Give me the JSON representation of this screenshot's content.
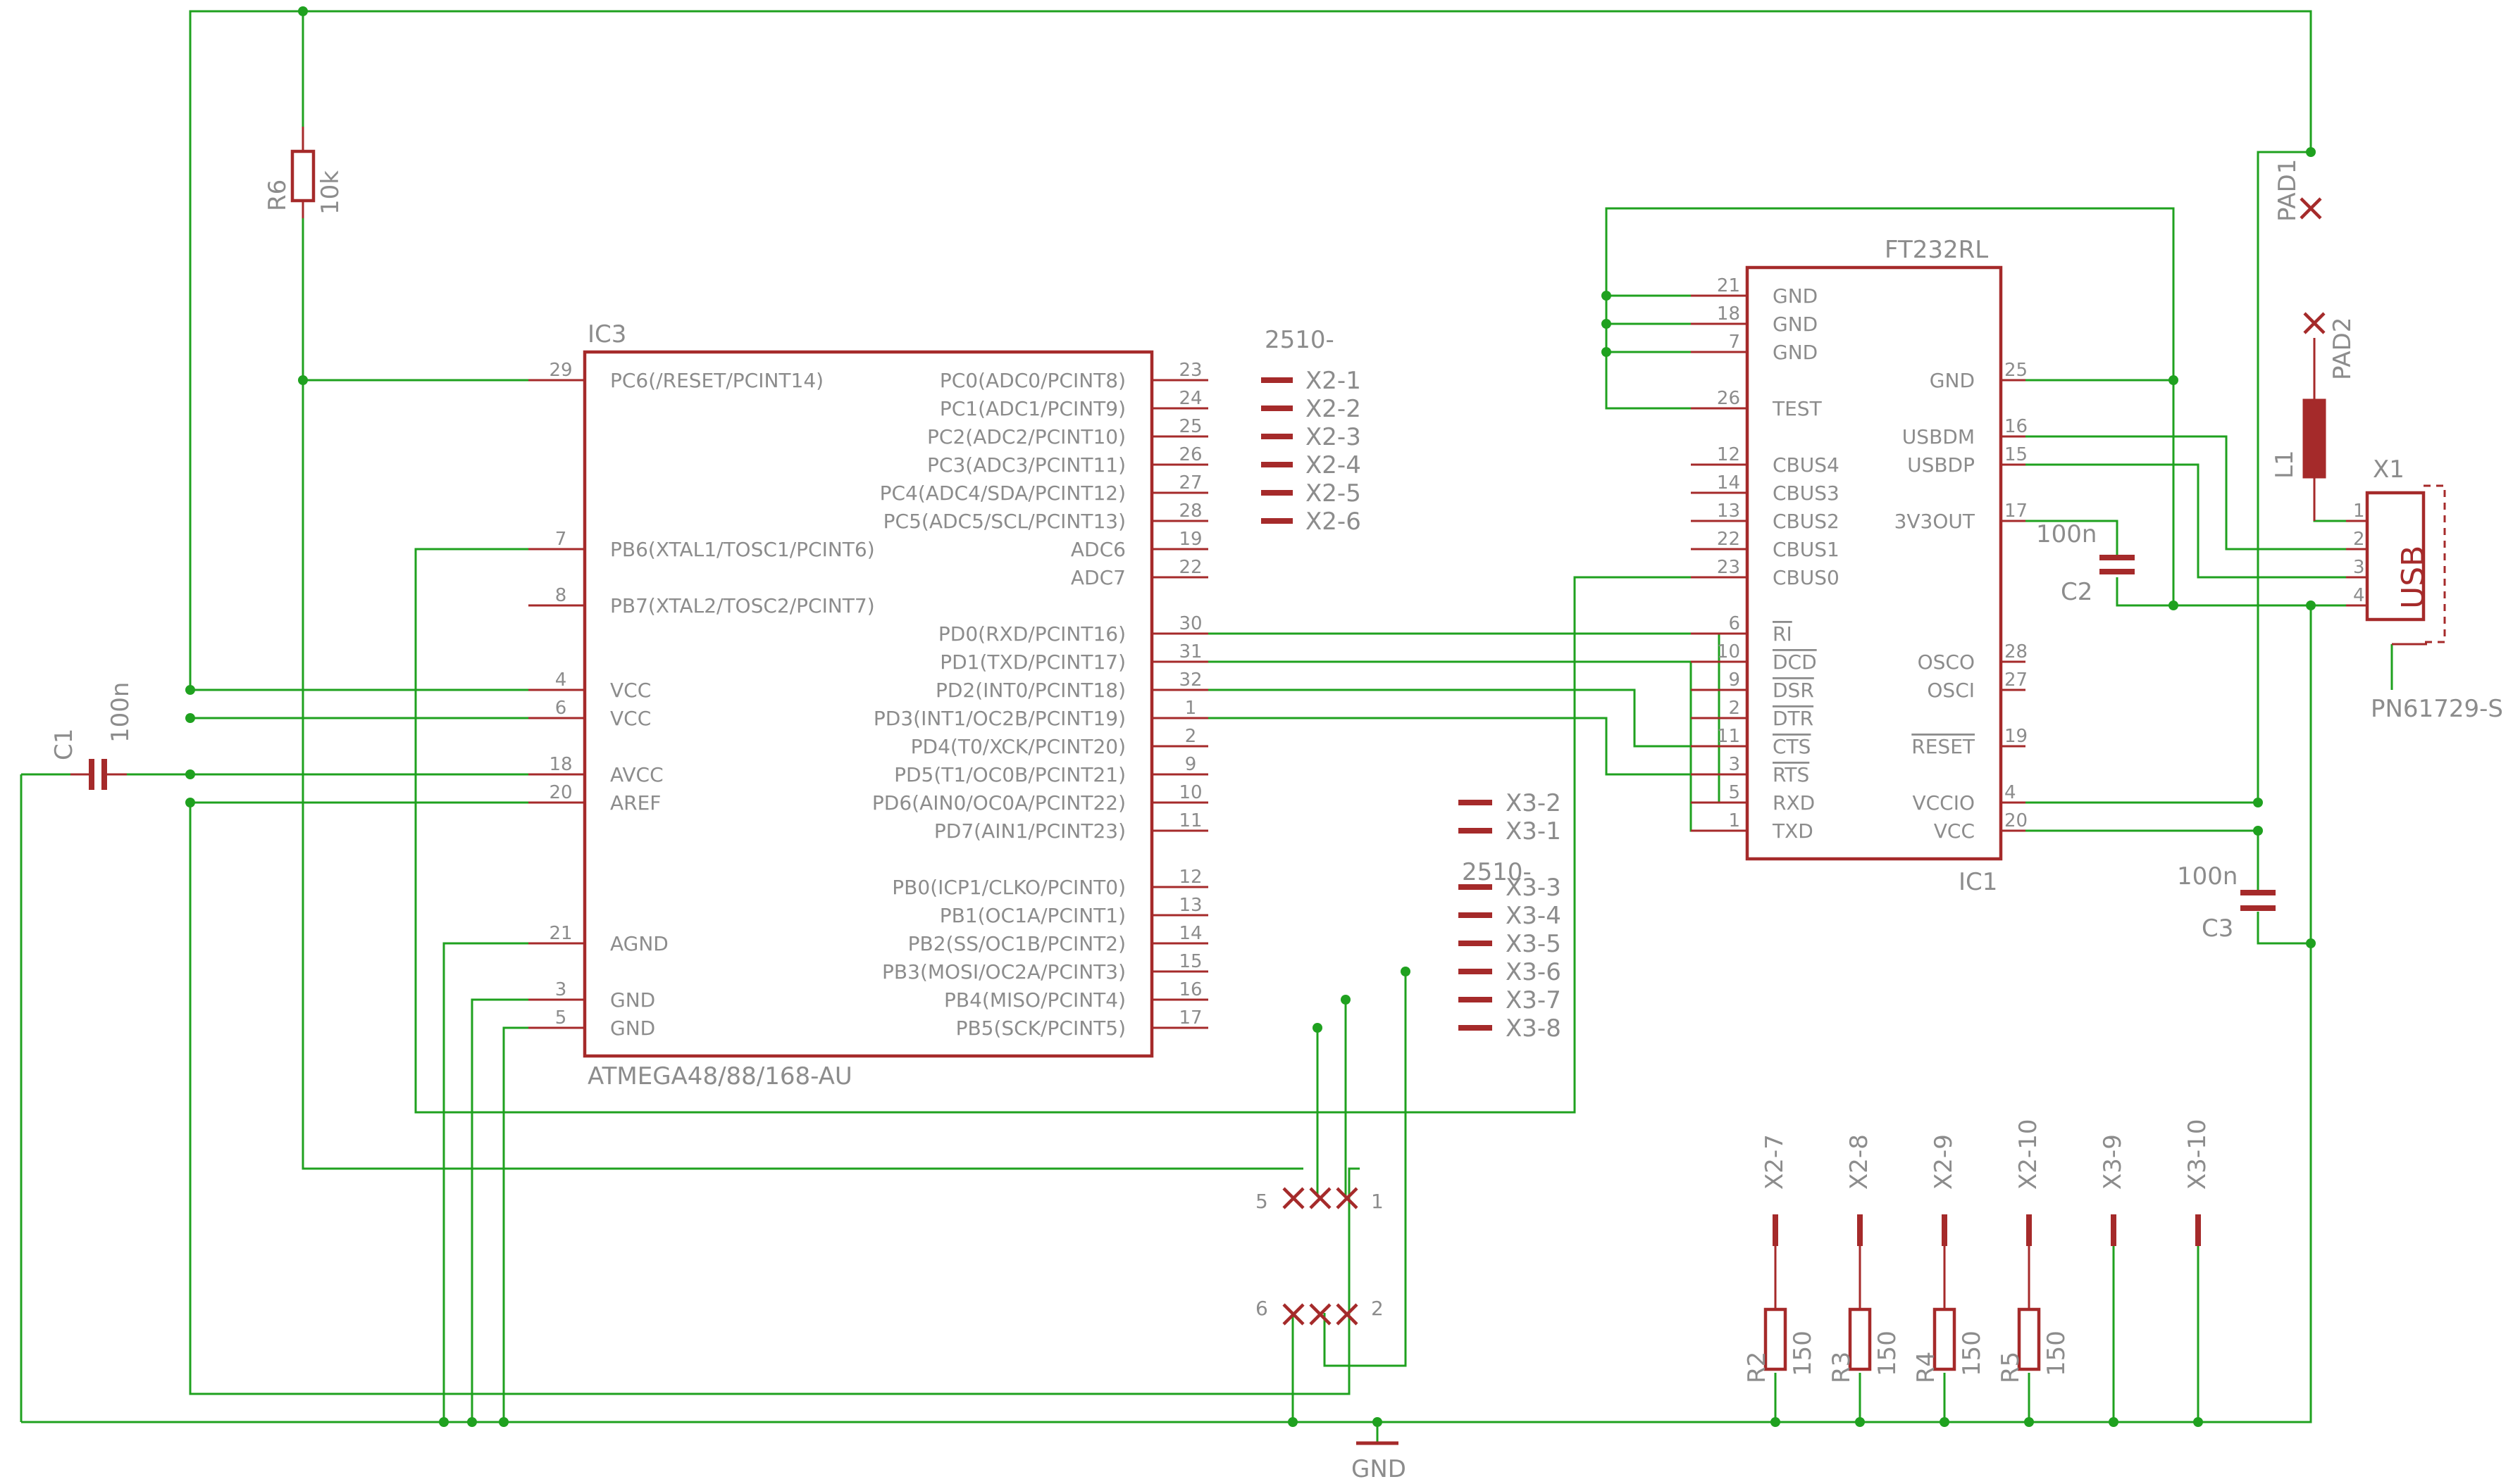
{
  "ic3": {
    "name": "IC3",
    "value": "ATMEGA48/88/168-AU",
    "left_pins": [
      {
        "num": "29",
        "label": "PC6(/RESET/PCINT14)"
      },
      {
        "num": "7",
        "label": "PB6(XTAL1/TOSC1/PCINT6)"
      },
      {
        "num": "8",
        "label": "PB7(XTAL2/TOSC2/PCINT7)"
      },
      {
        "num": "4",
        "label": "VCC"
      },
      {
        "num": "6",
        "label": "VCC"
      },
      {
        "num": "18",
        "label": "AVCC"
      },
      {
        "num": "20",
        "label": "AREF"
      },
      {
        "num": "21",
        "label": "AGND"
      },
      {
        "num": "3",
        "label": "GND"
      },
      {
        "num": "5",
        "label": "GND"
      }
    ],
    "right_pins": [
      {
        "num": "23",
        "label": "PC0(ADC0/PCINT8)"
      },
      {
        "num": "24",
        "label": "PC1(ADC1/PCINT9)"
      },
      {
        "num": "25",
        "label": "PC2(ADC2/PCINT10)"
      },
      {
        "num": "26",
        "label": "PC3(ADC3/PCINT11)"
      },
      {
        "num": "27",
        "label": "PC4(ADC4/SDA/PCINT12)"
      },
      {
        "num": "28",
        "label": "PC5(ADC5/SCL/PCINT13)"
      },
      {
        "num": "19",
        "label": "ADC6"
      },
      {
        "num": "22",
        "label": "ADC7"
      },
      {
        "num": "30",
        "label": "PD0(RXD/PCINT16)"
      },
      {
        "num": "31",
        "label": "PD1(TXD/PCINT17)"
      },
      {
        "num": "32",
        "label": "PD2(INT0/PCINT18)"
      },
      {
        "num": "1",
        "label": "PD3(INT1/OC2B/PCINT19)"
      },
      {
        "num": "2",
        "label": "PD4(T0/XCK/PCINT20)"
      },
      {
        "num": "9",
        "label": "PD5(T1/OC0B/PCINT21)"
      },
      {
        "num": "10",
        "label": "PD6(AIN0/OC0A/PCINT22)"
      },
      {
        "num": "11",
        "label": "PD7(AIN1/PCINT23)"
      },
      {
        "num": "12",
        "label": "PB0(ICP1/CLKO/PCINT0)"
      },
      {
        "num": "13",
        "label": "PB1(OC1A/PCINT1)"
      },
      {
        "num": "14",
        "label": "PB2(SS/OC1B/PCINT2)"
      },
      {
        "num": "15",
        "label": "PB3(MOSI/OC2A/PCINT3)"
      },
      {
        "num": "16",
        "label": "PB4(MISO/PCINT4)"
      },
      {
        "num": "17",
        "label": "PB5(SCK/PCINT5)"
      }
    ]
  },
  "ic1": {
    "name": "IC1",
    "value": "FT232RL",
    "left_pins": [
      {
        "num": "21",
        "label": "GND"
      },
      {
        "num": "18",
        "label": "GND"
      },
      {
        "num": "7",
        "label": "GND"
      },
      {
        "num": "26",
        "label": "TEST"
      },
      {
        "num": "12",
        "label": "CBUS4"
      },
      {
        "num": "14",
        "label": "CBUS3"
      },
      {
        "num": "13",
        "label": "CBUS2"
      },
      {
        "num": "22",
        "label": "CBUS1"
      },
      {
        "num": "23",
        "label": "CBUS0"
      },
      {
        "num": "6",
        "label": "RI"
      },
      {
        "num": "10",
        "label": "DCD"
      },
      {
        "num": "9",
        "label": "DSR"
      },
      {
        "num": "2",
        "label": "DTR"
      },
      {
        "num": "11",
        "label": "CTS"
      },
      {
        "num": "3",
        "label": "RTS"
      },
      {
        "num": "5",
        "label": "RXD"
      },
      {
        "num": "1",
        "label": "TXD"
      }
    ],
    "right_pins": [
      {
        "num": "25",
        "label": "GND"
      },
      {
        "num": "16",
        "label": "USBDM"
      },
      {
        "num": "15",
        "label": "USBDP"
      },
      {
        "num": "17",
        "label": "3V3OUT"
      },
      {
        "num": "28",
        "label": "OSCO"
      },
      {
        "num": "27",
        "label": "OSCI"
      },
      {
        "num": "19",
        "label": "RESET"
      },
      {
        "num": "4",
        "label": "VCCIO"
      },
      {
        "num": "20",
        "label": "VCC"
      }
    ]
  },
  "header_x2": {
    "title": "2510-",
    "pins": [
      "X2-1",
      "X2-2",
      "X2-3",
      "X2-4",
      "X2-5",
      "X2-6"
    ]
  },
  "header_x3": {
    "title": "2510-",
    "pins": [
      "X3-2",
      "X3-1",
      "X3-3",
      "X3-4",
      "X3-5",
      "X3-6",
      "X3-7",
      "X3-8"
    ]
  },
  "bottom_pins": [
    "X2-7",
    "X2-8",
    "X2-9",
    "X2-10",
    "X3-9",
    "X3-10"
  ],
  "bottom_resistors": [
    {
      "name": "R2",
      "value": "150"
    },
    {
      "name": "R3",
      "value": "150"
    },
    {
      "name": "R4",
      "value": "150"
    },
    {
      "name": "R5",
      "value": "150"
    }
  ],
  "r6": {
    "name": "R6",
    "value": "10k"
  },
  "c1": {
    "name": "C1",
    "value": "100n"
  },
  "c2": {
    "name": "C2",
    "value": "100n"
  },
  "c3": {
    "name": "C3",
    "value": "100n"
  },
  "l1": {
    "name": "L1"
  },
  "pad1": {
    "name": "PAD1"
  },
  "pad2": {
    "name": "PAD2"
  },
  "x1": {
    "name": "X1",
    "label": "USB",
    "part": "PN61729-S",
    "pins": [
      "1",
      "2",
      "3",
      "4"
    ]
  },
  "isp": {
    "pins": [
      "5",
      "1",
      "6",
      "2"
    ]
  },
  "gnd": {
    "label": "GND"
  }
}
